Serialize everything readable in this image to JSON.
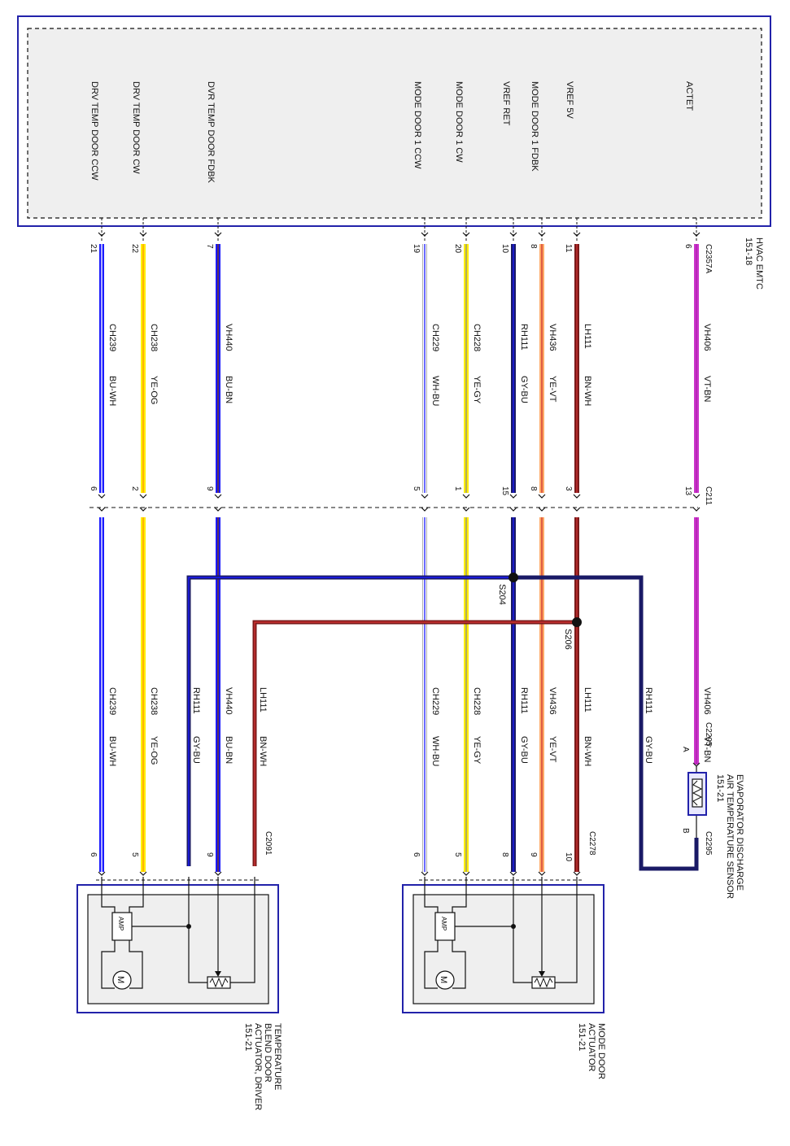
{
  "module": {
    "title_line1": "HVAC EMTC",
    "title_line2": "151-18",
    "connector": "C2357A",
    "inline_connector": "C211"
  },
  "signals": [
    {
      "id": "ch239",
      "label": "DRV TEMP DOOR CCW",
      "pin": "21",
      "inline_pin": "6",
      "circuit": "CH239",
      "wire_color": "BU-WH",
      "end_pin": "6",
      "color": "#1a1aff",
      "stripe": "#ffffff"
    },
    {
      "id": "ch238",
      "label": "DRV TEMP DOOR CW",
      "pin": "22",
      "inline_pin": "2",
      "circuit": "CH238",
      "wire_color": "YE-OG",
      "end_pin": "5",
      "color": "#ffee00",
      "stripe": "#ff9900"
    },
    {
      "id": "vh440",
      "label": "DVR TEMP DOOR FDBK",
      "pin": "7",
      "inline_pin": "9",
      "circuit": "VH440",
      "wire_color": "BU-BN",
      "end_pin": "9",
      "color": "#1a1aff",
      "stripe": "#7a3b10"
    },
    {
      "id": "ch229",
      "label": "MODE DOOR 1 CCW",
      "pin": "19",
      "inline_pin": "5",
      "circuit": "CH229",
      "wire_color": "WH-BU",
      "end_pin": "6",
      "color": "#ffffff",
      "stripe": "#1a1aff"
    },
    {
      "id": "ch228",
      "label": "MODE DOOR 1 CW",
      "pin": "20",
      "inline_pin": "1",
      "circuit": "CH228",
      "wire_color": "YE-GY",
      "end_pin": "5",
      "color": "#ffee00",
      "stripe": "#888888"
    },
    {
      "id": "rh111",
      "label": "VREF RET",
      "pin": "10",
      "inline_pin": "15",
      "circuit": "RH111",
      "wire_color": "GY-BU",
      "end_pin": "8",
      "color": "#1a1a66",
      "stripe": "#1a1aff"
    },
    {
      "id": "vh436",
      "label": "MODE DOOR 1 FDBK",
      "pin": "8",
      "inline_pin": "8",
      "circuit": "VH436",
      "wire_color": "YE-VT",
      "end_pin": "9",
      "color": "#ffaa66",
      "stripe": "#cc3333"
    },
    {
      "id": "lh111",
      "label": "VREF 5V",
      "pin": "11",
      "inline_pin": "3",
      "circuit": "LH111",
      "wire_color": "BN-WH",
      "end_pin": "10",
      "color": "#7a1a1a",
      "stripe": "#cc3333"
    },
    {
      "id": "vh406",
      "label": "ACTET",
      "pin": "6",
      "inline_pin": "13",
      "circuit": "VH406",
      "wire_color": "VT-BN",
      "end_pin": "A",
      "color": "#cc33cc",
      "stripe": "#aa22aa"
    }
  ],
  "splices": {
    "s204": "S204",
    "s206": "S206"
  },
  "branches": {
    "rh111": {
      "circuit": "RH111",
      "wire_color": "GY-BU"
    },
    "lh111": {
      "circuit": "LH111",
      "wire_color": "BN-WH"
    }
  },
  "evap_sensor": {
    "title_line1": "EVAPORATOR DISCHARGE",
    "title_line2": "AIR TEMPERATURE SENSOR",
    "title_line3": "151-21",
    "connector": "C2295",
    "pin_a": "A",
    "pin_b": "B"
  },
  "mode_actuator": {
    "connector": "C2278",
    "title_line1": "MODE DOOR",
    "title_line2": "ACTUATOR",
    "title_line3": "151-21",
    "amp": "AMP",
    "motor": "M"
  },
  "blend_actuator": {
    "connector": "C2091",
    "title_line1": "TEMPERATURE",
    "title_line2": "BLEND DOOR",
    "title_line3": "ACTUATOR, DRIVER",
    "title_line4": "151-21",
    "amp": "AMP",
    "motor": "M"
  },
  "colors": {
    "frame": "#2222aa",
    "module_fill": "#efefef",
    "line": "#111111"
  }
}
